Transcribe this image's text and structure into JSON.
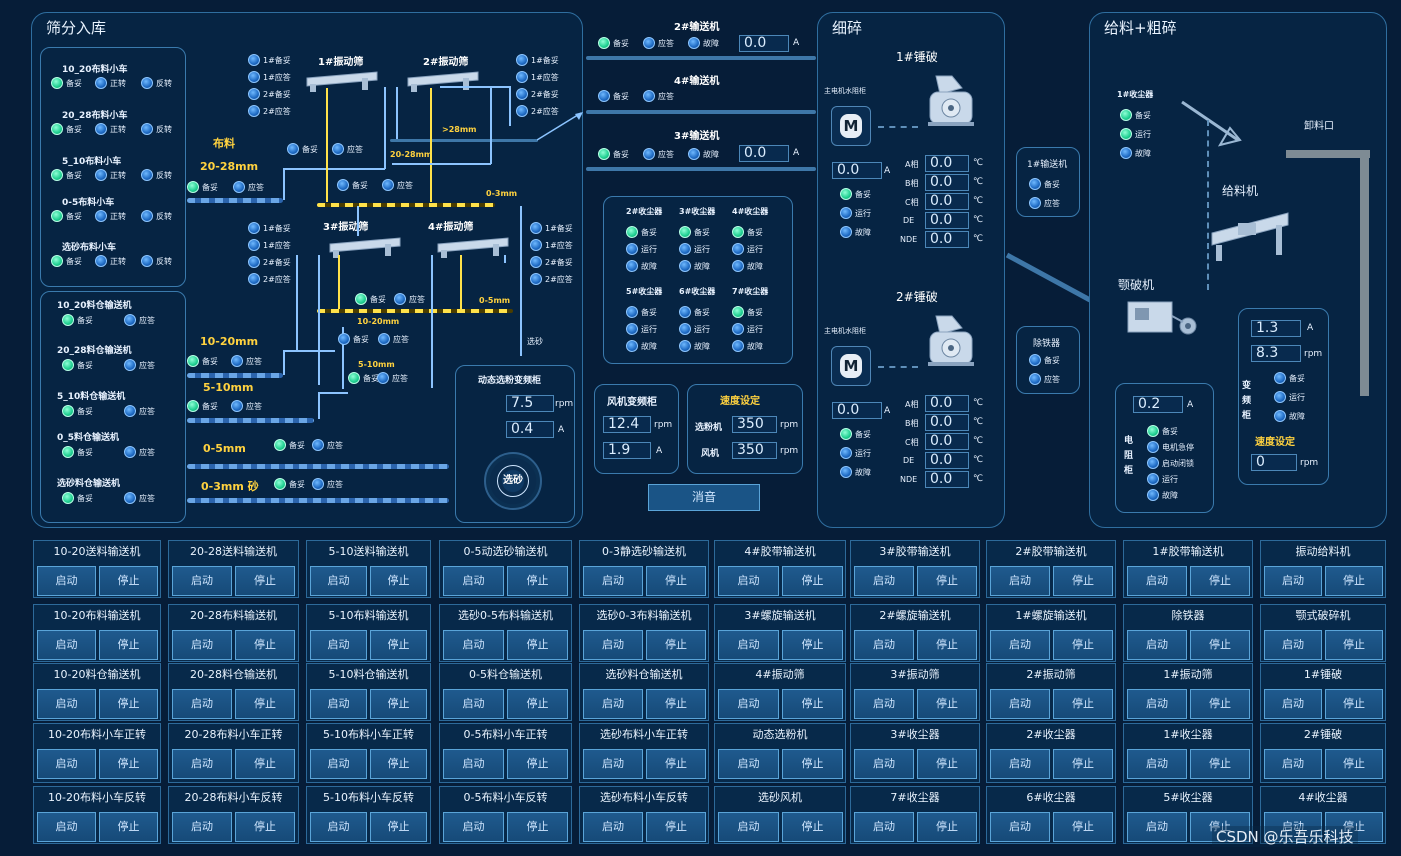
{
  "panels": {
    "screening": "筛分入库",
    "fine": "细碎",
    "feed": "给料+粗碎"
  },
  "states": {
    "ready": "备妥",
    "fwd": "正转",
    "rev": "反转",
    "resp": "应答",
    "run": "运行",
    "fault": "故障",
    "pstop": "电机急停",
    "pwhole": "启动闭锁"
  },
  "carts": [
    "10_20布料小车",
    "20_28布料小车",
    "5_10布料小车",
    "0-5布料小车",
    "选砂布料小车"
  ],
  "bins": [
    "10_20料仓输送机",
    "20_28料仓输送机",
    "5_10料仓输送机",
    "0_5料仓输送机",
    "选砂料仓输送机"
  ],
  "screens": {
    "s1": "1#振动筛",
    "s2": "2#振动筛",
    "s3": "3#振动筛",
    "s4": "4#振动筛"
  },
  "smallind": [
    "1#备妥",
    "1#应答",
    "2#备妥",
    "2#应答"
  ],
  "sizes": {
    "cloth": "布料",
    "a": "20-28mm",
    "b": ">28mm",
    "c": "20-28mm",
    "d": "0-3mm",
    "e": "10-20mm",
    "f": "10-20mm",
    "g": "0-5mm",
    "h": "5-10mm",
    "i": "5-10mm",
    "j": "0-5mm",
    "k": "0-3mm 砂",
    "l": "选砂"
  },
  "dyn": {
    "title": "动态选粉变频柜",
    "rpm": "7.5",
    "amp": "0.4",
    "btn": "选砂"
  },
  "conveyors": {
    "c2": "2#输送机",
    "c4": "4#输送机",
    "c3": "3#输送机",
    "c2val": "0.0",
    "c3val": "0.0"
  },
  "dust": [
    "2#收尘器",
    "3#收尘器",
    "4#收尘器",
    "5#收尘器",
    "6#收尘器",
    "7#收尘器"
  ],
  "fan": {
    "title": "风机变频柜",
    "rpm": "12.4",
    "amp": "1.9"
  },
  "speed": {
    "title": "速度设定",
    "sel_label": "选粉机",
    "sel": "350",
    "fan_label": "风机",
    "fan": "350"
  },
  "mute": "消音",
  "hammer1": {
    "title": "1#锤破",
    "cab": "主电机水阻柜",
    "amp": "0.0",
    "A": "0.0",
    "B": "0.0",
    "C": "0.0",
    "DE": "0.0",
    "NDE": "0.0"
  },
  "hammer2": {
    "title": "2#锤破",
    "cab": "主电机水阻柜",
    "amp": "0.0",
    "A": "0.0",
    "B": "0.0",
    "C": "0.0",
    "DE": "0.0",
    "NDE": "0.0"
  },
  "phase": {
    "A": "A相",
    "B": "B相",
    "C": "C相",
    "DE": "DE",
    "NDE": "NDE",
    "deg": "℃",
    "amp": "A",
    "rpm": "rpm"
  },
  "mid": {
    "c1": "1#输送机",
    "fe": "除铁器"
  },
  "feed": {
    "dust1": "1#收尘器",
    "unload": "卸料口",
    "feeder": "给料机",
    "jaw": "颚破机",
    "v1": "1.3",
    "v2": "8.3",
    "vfd": "变频柜",
    "speed": "速度设定",
    "speedval": "0",
    "amp": "0.2",
    "cab": "电阻柜"
  },
  "controls": {
    "start": "启动",
    "stop": "停止",
    "rows": [
      [
        "10-20送料输送机",
        "20-28送料输送机",
        "5-10送料输送机",
        "0-5动选砂输送机",
        "0-3静选砂输送机",
        "4#胶带输送机",
        "3#胶带输送机",
        "2#胶带输送机",
        "1#胶带输送机",
        "振动给料机"
      ],
      [
        "10-20布料输送机",
        "20-28布料输送机",
        "5-10布料输送机",
        "选砂0-5布料输送机",
        "选砂0-3布料输送机",
        "3#螺旋输送机",
        "2#螺旋输送机",
        "1#螺旋输送机",
        "除铁器",
        "颚式破碎机"
      ],
      [
        "10-20料仓输送机",
        "20-28料仓输送机",
        "5-10料仓输送机",
        "0-5料仓输送机",
        "选砂料仓输送机",
        "4#振动筛",
        "3#振动筛",
        "2#振动筛",
        "1#振动筛",
        "1#锤破"
      ],
      [
        "10-20布料小车正转",
        "20-28布料小车正转",
        "5-10布料小车正转",
        "0-5布料小车正转",
        "选砂布料小车正转",
        "动态选粉机",
        "3#收尘器",
        "2#收尘器",
        "1#收尘器",
        "2#锤破"
      ],
      [
        "10-20布料小车反转",
        "20-28布料小车反转",
        "5-10布料小车反转",
        "0-5布料小车反转",
        "选砂布料小车反转",
        "选砂风机",
        "7#收尘器",
        "6#收尘器",
        "5#收尘器",
        "4#收尘器"
      ]
    ]
  },
  "watermark": "CSDN @乐吾乐科技"
}
